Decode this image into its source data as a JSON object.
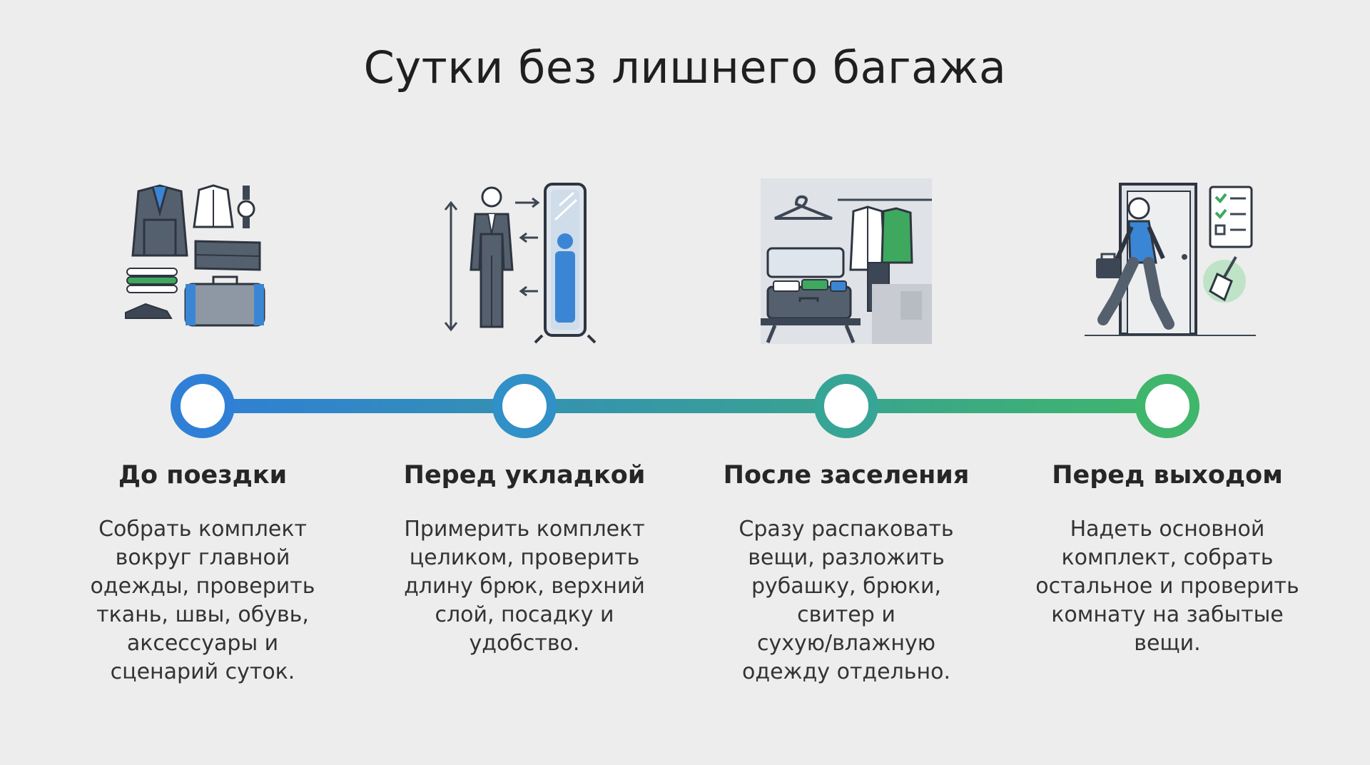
{
  "title": "Сутки без лишнего багажа",
  "colors": {
    "start": "#2f7fd6",
    "end": "#3fb66b",
    "icon_dark": "#3d4654",
    "icon_blue": "#3b86d4",
    "icon_green": "#3fa85f"
  },
  "steps": [
    {
      "title": "До поездки",
      "icon": "outfit-flatlay-icon",
      "description_lines": [
        "Собрать комплект",
        "вокруг главной",
        "одежды, проверить",
        "ткань, швы, обувь,",
        "аксессуары и",
        "сценарий суток."
      ]
    },
    {
      "title": "Перед укладкой",
      "icon": "mirror-fitting-icon",
      "description_lines": [
        "Примерить комплект",
        "целиком, проверить",
        "длину брюк, верхний",
        "слой, посадку и",
        "удобство."
      ]
    },
    {
      "title": "После заселения",
      "icon": "unpacking-hanger-icon",
      "description_lines": [
        "Сразу распаковать",
        "вещи, разложить",
        "рубашку, брюки,",
        "свитер и",
        "сухую/влажную",
        "одежду отдельно."
      ]
    },
    {
      "title": "Перед выходом",
      "icon": "checkout-door-icon",
      "description_lines": [
        "Надеть основной",
        "комплект, собрать",
        "остальное и проверить",
        "комнату на забытые",
        "вещи."
      ]
    }
  ]
}
